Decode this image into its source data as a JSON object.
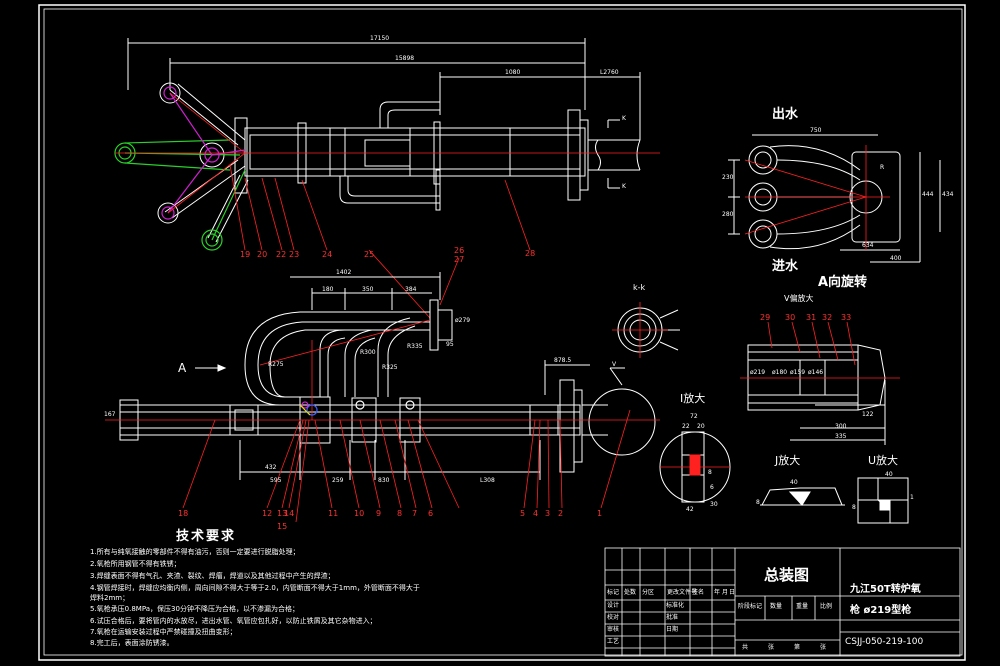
{
  "colors": {
    "background": "#000000",
    "lines": "#ffffff",
    "centerline": "#ff2020",
    "part": "#2ad02a",
    "highlight": "#d020d0",
    "balloon": "#ff2020",
    "yellow": "#e0e000",
    "blue": "#4060ff",
    "cyan": "#20c0e0"
  },
  "view_labels": {
    "outlet": "出水",
    "inlet": "进水",
    "view_a_rotated": "A向旋转",
    "detail_v": "V偏放大",
    "section_k": "k-k",
    "detail_i": "I放大",
    "detail_j": "J放大",
    "detail_u": "U放大",
    "arrow_a": "A",
    "mark_k_top": "K",
    "mark_k_bottom": "K",
    "mark_v": "V"
  },
  "dimensions": {
    "top_overall": "17150",
    "top_second": "15898",
    "top_1080": "1080",
    "top_2760": "L2760",
    "side_1402": "1402",
    "side_180": "180",
    "side_350": "350",
    "side_384": "384",
    "side_878": "878.5",
    "side_432": "432",
    "side_595": "595",
    "side_259": "259",
    "side_830": "830",
    "side_1308": "L308",
    "side_r275": "R275",
    "side_r300": "R300",
    "side_r325": "R325",
    "side_r335": "R335",
    "side_95": "95",
    "side_167": "167",
    "side_h": "ø279",
    "a_750": "750",
    "a_230": "230",
    "a_280": "280",
    "a_634": "634",
    "a_400": "400",
    "a_r": "R",
    "a_444": "444",
    "a_434": "434",
    "v_122": "122",
    "v_300": "300",
    "v_335": "335",
    "v_phi_a": "ø219",
    "v_phi_b": "ø180",
    "v_phi_c": "ø159",
    "v_phi_d": "ø146",
    "i_72": "72",
    "i_22": "22",
    "i_20": "20",
    "i_8": "8",
    "i_6": "6",
    "i_42": "42",
    "i_30": "30",
    "j_40": "40",
    "j_8": "8",
    "u_40": "40",
    "u_8": "8",
    "u_1": "1"
  },
  "balloons_top": [
    "19",
    "20",
    "22",
    "23",
    "24",
    "25",
    "26",
    "27",
    "28"
  ],
  "balloons_side": [
    "12",
    "13",
    "14",
    "15",
    "11",
    "10",
    "9",
    "8",
    "7",
    "6",
    "5",
    "4",
    "3",
    "2",
    "1",
    "18"
  ],
  "balloons_v": [
    "29",
    "30",
    "31",
    "32",
    "33"
  ],
  "technical_requirements": {
    "title": "技术要求",
    "items": [
      "1.所有与纯氧接触的零部件不得有油污，否则一定要进行脱脂处理；",
      "2.氧枪所用钢管不得有铁锈；",
      "3.焊缝表面不得有气孔、夹渣、裂纹、焊瘤，焊道以及其他过程中产生的焊渣；",
      "4.钢管焊接时，焊缝应均衡内侧，周向间隙不得大于等于2.0，内管断面不得大于1mm，外管断面不得大于",
      "  焊料2mm；",
      "5.氧枪承压0.8MPa，保压30分钟不降压为合格，以不渗漏为合格；",
      "6.试压合格后，要将管内的水放尽，进出水管、氧管应包扎好，以防止铁屑及其它杂物进入；",
      "7.氧枪在运输安装过程中严禁碰撞及扭曲变形；",
      "8.完工后，表面涂防锈漆。"
    ]
  },
  "title_block": {
    "drawing_name": "总装图",
    "project": "九江50T转炉氧",
    "project2": "枪 ø219型枪",
    "drawing_no": "CSJJ-050-219-100",
    "mark_cols": [
      "阶段标记",
      "数量",
      "重量",
      "比例"
    ],
    "footer_cols": [
      "共",
      "张",
      "第",
      "张"
    ],
    "row_labels": [
      "设计",
      "校对",
      "审核",
      "工艺",
      "标准化",
      "批准",
      "日期"
    ],
    "header_cols": [
      "标记",
      "处数",
      "分区",
      "更改文件号",
      "签名",
      "年",
      "月",
      "日"
    ]
  }
}
